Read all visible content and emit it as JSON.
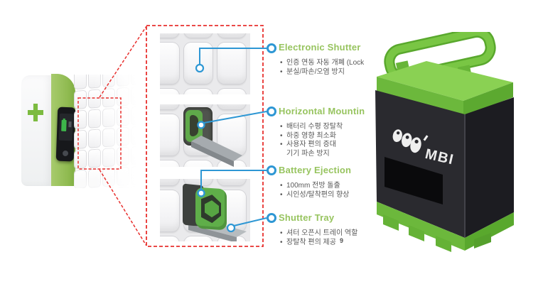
{
  "page": {
    "number": "9"
  },
  "callouts": [
    {
      "title": "Electronic Shutter",
      "bullets": [
        "인증 연동 자동 개폐 (Lock",
        "분실/파손/오염 방지"
      ]
    },
    {
      "title": "Horizontal Mountin",
      "bullets": [
        "배터리 수평 장탈착",
        "하중 영향 최소화",
        "사용자 편의 증대",
        "기기 파손 방지"
      ]
    },
    {
      "title": "Battery Ejection",
      "bullets": [
        "100mm 전방 돌출",
        "시인성/탈착편의 향상"
      ]
    },
    {
      "title": "Shutter Tray",
      "bullets": [
        "셔터 오픈시 트레이 역할",
        "장탈착 편의 제공"
      ]
    }
  ],
  "battery": {
    "logo_text": "MBI"
  },
  "colors": {
    "accent_green": "#97C45F",
    "callout_blue": "#2E97D4",
    "highlight_red": "#E8302E",
    "battery_green": "#74C340",
    "body_text": "#595959"
  }
}
